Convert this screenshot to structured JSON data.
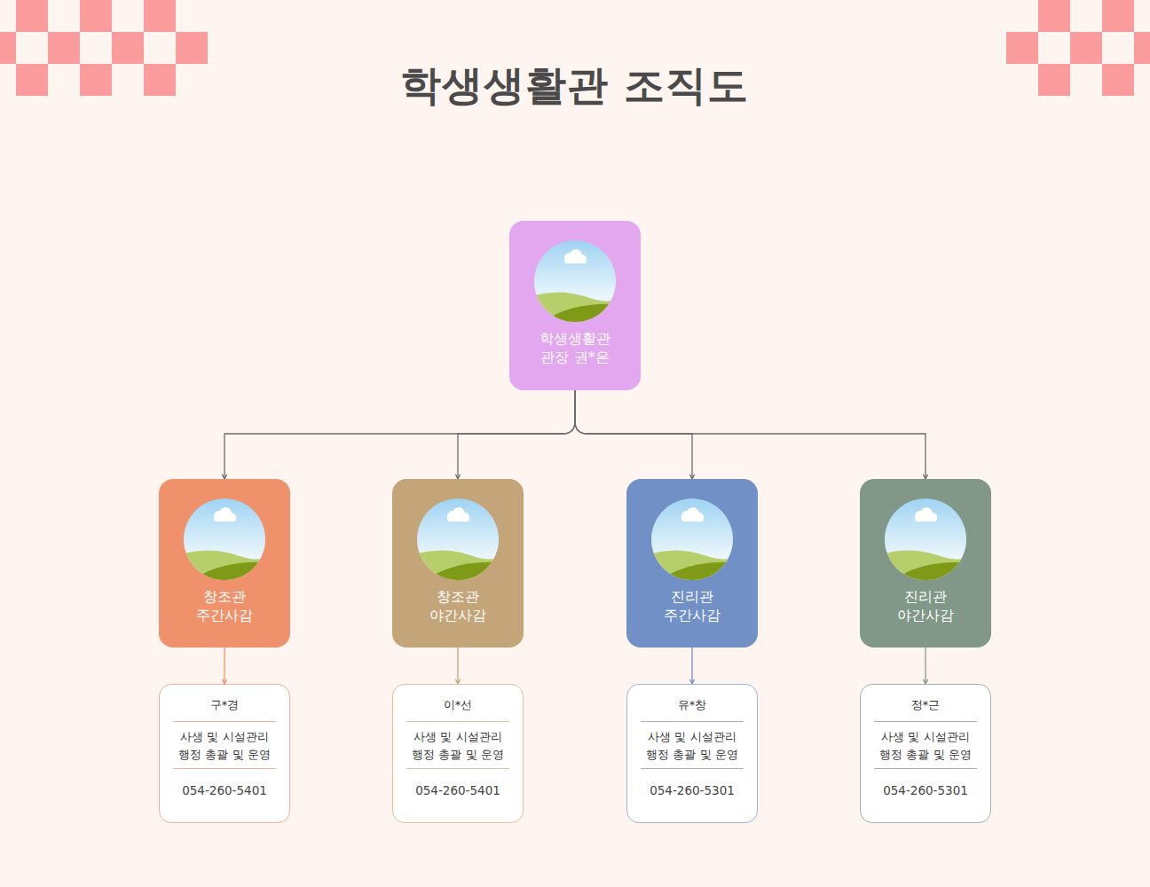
{
  "diagram": {
    "title": "학생생활관 조직도",
    "nodes": [
      {
        "text": [
          "학생생활관 관장 권*은"
        ]
      },
      {
        "text": [
          "창조관 주간사감"
        ]
      },
      {
        "text": [
          "창조관 야간사감"
        ]
      },
      {
        "text": [
          "진리관 주간사감"
        ]
      },
      {
        "text": [
          "진리관 야간사감"
        ]
      },
      {
        "text": [
          "구*경",
          "사생 및 시설관리 행정 총괄 및 운영",
          "054-260-5401"
        ]
      },
      {
        "text": [
          "이*선",
          "사생 및 시설관리 행정 총괄 및 운영",
          "054-260-5401"
        ]
      },
      {
        "text": [
          "유*창",
          "사생 및 시설관리 행정 총괄 및 운영",
          "054-260-5301"
        ]
      },
      {
        "text": [
          "정*근",
          "사생 및 시설관리 행정 총괄 및 운영",
          "054-260-5301"
        ]
      }
    ],
    "edges": [
      {
        "from": 0,
        "to": 1,
        "arrow": "to"
      },
      {
        "from": 0,
        "to": 2,
        "arrow": "to"
      },
      {
        "from": 0,
        "to": 3,
        "arrow": "to"
      },
      {
        "from": 0,
        "to": 4,
        "arrow": "to"
      },
      {
        "from": 1,
        "to": 5,
        "arrow": "to"
      },
      {
        "from": 2,
        "to": 6,
        "arrow": "to"
      },
      {
        "from": 3,
        "to": 7,
        "arrow": "to"
      },
      {
        "from": 4,
        "to": 8,
        "arrow": "to"
      }
    ]
  }
}
